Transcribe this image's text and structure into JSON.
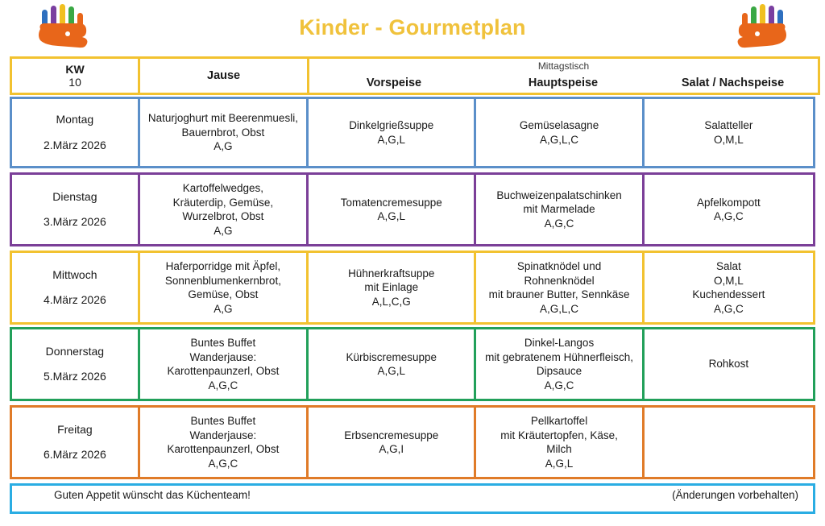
{
  "title": "Kinder - Gourmetplan",
  "logo": {
    "name": "colored-handprint-logo",
    "palm_color": "#e8661a",
    "finger_colors": [
      "#2e6fbf",
      "#7a3fa0",
      "#f0c020",
      "#3aa844",
      "#e8661a"
    ]
  },
  "colors": {
    "title": "#f0c23c",
    "header_border": "#f2c230",
    "footer_border": "#2aade3",
    "row_monday": "#5b8fc9",
    "row_tuesday": "#7b3f98",
    "row_wednesday": "#f2c230",
    "row_thursday": "#22a05a",
    "row_friday": "#e07b28"
  },
  "header": {
    "kw_label": "KW",
    "kw_value": "10",
    "jause": "Jause",
    "mittagstisch": "Mittagstisch",
    "vorspeise": "Vorspeise",
    "hauptspeise": "Hauptspeise",
    "salat_nachspeise": "Salat / Nachspeise"
  },
  "rows": [
    {
      "day": "Montag",
      "date": "2.März 2026",
      "color": "#5b8fc9",
      "jause": [
        "Naturjoghurt mit Beerenmuesli,",
        "Bauernbrot, Obst",
        "A,G"
      ],
      "vorspeise": [
        "Dinkelgrießsuppe",
        "A,G,L"
      ],
      "hauptspeise": [
        "Gemüselasagne",
        "A,G,L,C"
      ],
      "salat": [
        "Salatteller",
        "O,M,L"
      ]
    },
    {
      "day": "Dienstag",
      "date": "3.März 2026",
      "color": "#7b3f98",
      "jause": [
        "Kartoffelwedges,",
        "Kräuterdip, Gemüse,",
        "Wurzelbrot, Obst",
        "A,G"
      ],
      "vorspeise": [
        "Tomatencremesuppe",
        "A,G,L"
      ],
      "hauptspeise": [
        "Buchweizenpalatschinken",
        "mit Marmelade",
        "A,G,C"
      ],
      "salat": [
        "Apfelkompott",
        "A,G,C"
      ]
    },
    {
      "day": "Mittwoch",
      "date": "4.März 2026",
      "color": "#f2c230",
      "jause": [
        "Haferporridge mit Äpfel,",
        "Sonnenblumenkernbrot,",
        "Gemüse, Obst",
        "A,G"
      ],
      "vorspeise": [
        "Hühnerkraftsuppe",
        "mit Einlage",
        "A,L,C,G"
      ],
      "hauptspeise": [
        "Spinatknödel und",
        "Rohnenknödel",
        "mit brauner Butter, Sennkäse",
        "A,G,L,C"
      ],
      "salat": [
        "Salat",
        "O,M,L",
        "Kuchendessert",
        "A,G,C"
      ]
    },
    {
      "day": "Donnerstag",
      "date": "5.März 2026",
      "color": "#22a05a",
      "jause": [
        "Buntes Buffet",
        "Wanderjause:",
        "Karottenpaunzerl, Obst",
        "A,G,C"
      ],
      "vorspeise": [
        "Kürbiscremesuppe",
        "A,G,L"
      ],
      "hauptspeise": [
        "Dinkel-Langos",
        "mit gebratenem Hühnerfleisch,",
        "Dipsauce",
        "A,G,C"
      ],
      "salat": [
        "Rohkost"
      ]
    },
    {
      "day": "Freitag",
      "date": "6.März 2026",
      "color": "#e07b28",
      "jause": [
        "Buntes Buffet",
        "Wanderjause:",
        "Karottenpaunzerl, Obst",
        "A,G,C"
      ],
      "vorspeise": [
        "Erbsencremesuppe",
        "A,G,I"
      ],
      "hauptspeise": [
        "Pellkartoffel",
        "mit Kräutertopfen, Käse,",
        "Milch",
        "A,G,L"
      ],
      "salat": []
    }
  ],
  "footer": {
    "left": "Guten Appetit wünscht das Küchenteam!",
    "right": "(Änderungen vorbehalten)"
  }
}
